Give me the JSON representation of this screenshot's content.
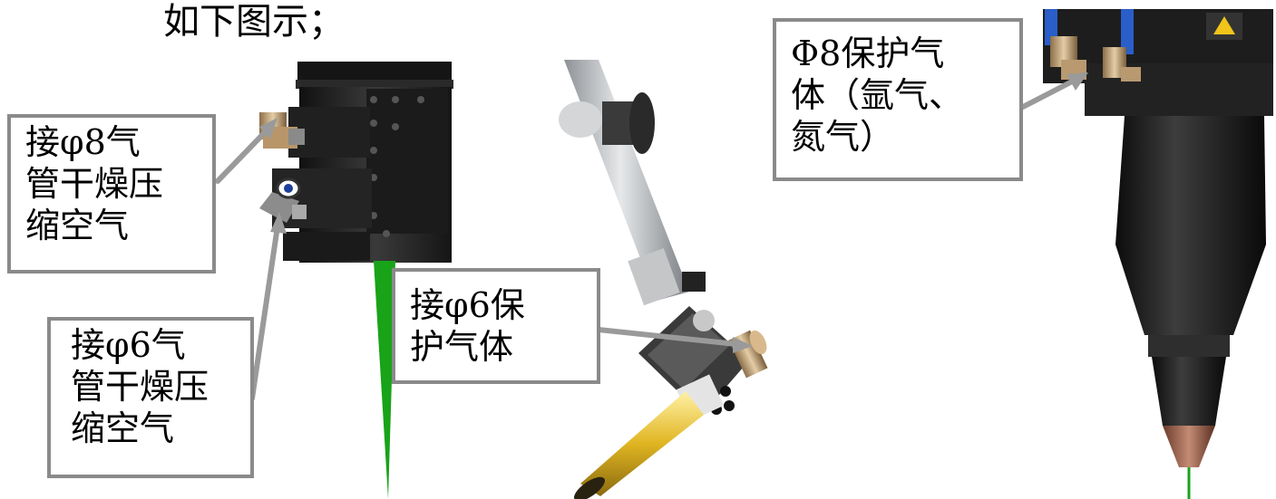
{
  "heading": "如下图示；",
  "callouts": {
    "phi8_air": {
      "lines": [
        "接φ8气",
        "管干燥压",
        "缩空气"
      ]
    },
    "phi6_air": {
      "lines": [
        "接φ6气",
        "管干燥压",
        "缩空气"
      ]
    },
    "phi6_shield": {
      "lines": [
        "接φ6保",
        "护气体"
      ]
    },
    "phi8_shield": {
      "lines": [
        "Φ8保护气",
        "体（氩气、",
        "氮气）"
      ]
    }
  },
  "colors": {
    "callout_border": "#8a8a8a",
    "arrow": "#9a9a9a",
    "laser_green": "#19a319",
    "nozzle_gold": "#e0b521",
    "fitting_brass": "#c8a77a",
    "body_dark": "#1e1e1e",
    "arm_silver": "#b9bcc0"
  }
}
